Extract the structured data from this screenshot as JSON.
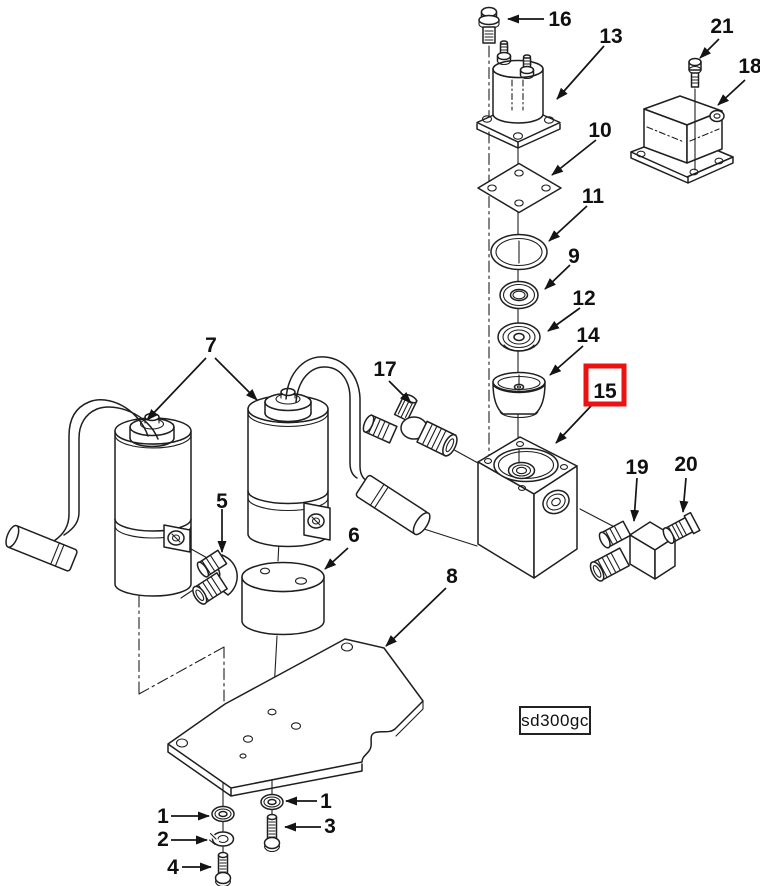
{
  "diagram": {
    "figure_code": "sd300gc",
    "highlighted_callout": "15",
    "colors": {
      "line": "#1f1f1f",
      "background": "#ffffff",
      "highlight": "#ee1111"
    },
    "callouts": [
      {
        "id": "16",
        "label": "16"
      },
      {
        "id": "13",
        "label": "13"
      },
      {
        "id": "21",
        "label": "21"
      },
      {
        "id": "18",
        "label": "18"
      },
      {
        "id": "10",
        "label": "10"
      },
      {
        "id": "11",
        "label": "11"
      },
      {
        "id": "9",
        "label": "9"
      },
      {
        "id": "12",
        "label": "12"
      },
      {
        "id": "14",
        "label": "14"
      },
      {
        "id": "15",
        "label": "15"
      },
      {
        "id": "17",
        "label": "17"
      },
      {
        "id": "7",
        "label": "7"
      },
      {
        "id": "5",
        "label": "5"
      },
      {
        "id": "6",
        "label": "6"
      },
      {
        "id": "19",
        "label": "19"
      },
      {
        "id": "20",
        "label": "20"
      },
      {
        "id": "8",
        "label": "8"
      },
      {
        "id": "1-left",
        "label": "1"
      },
      {
        "id": "2",
        "label": "2"
      },
      {
        "id": "4",
        "label": "4"
      },
      {
        "id": "1-right",
        "label": "1"
      },
      {
        "id": "3",
        "label": "3"
      }
    ]
  }
}
